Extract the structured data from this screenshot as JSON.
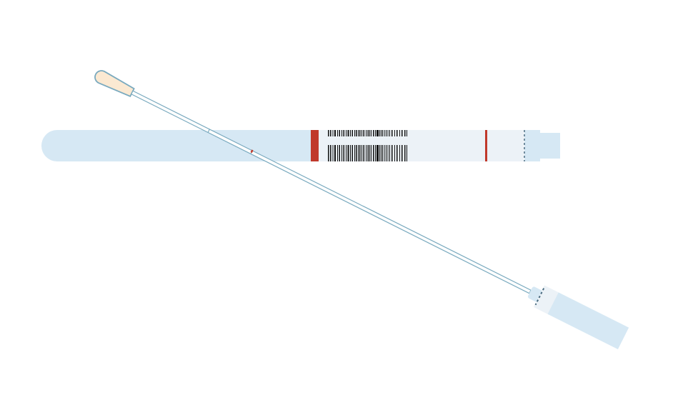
{
  "illustration": {
    "subject": "swab-and-collection-tube",
    "colors": {
      "background": "#ffffff",
      "tube_body": "#d6e8f4",
      "tube_label": "#ecf2f7",
      "tube_cap": "#d6e8f4",
      "red_band": "#c0392b",
      "barcode": "#111111",
      "swab_tip": "#fbe9d2",
      "swab_outline": "#7aaabf",
      "shaft_fill": "#ffffff",
      "handle_collar": "#ecf2f7",
      "handle_body": "#d6e8f4",
      "dashes": "#4a6b80"
    },
    "parts": [
      {
        "name": "collection-tube"
      },
      {
        "name": "tube-label-with-barcodes"
      },
      {
        "name": "tube-cap"
      },
      {
        "name": "swab"
      },
      {
        "name": "swab-tip"
      },
      {
        "name": "swab-breakpoint"
      },
      {
        "name": "swab-handle"
      }
    ]
  }
}
